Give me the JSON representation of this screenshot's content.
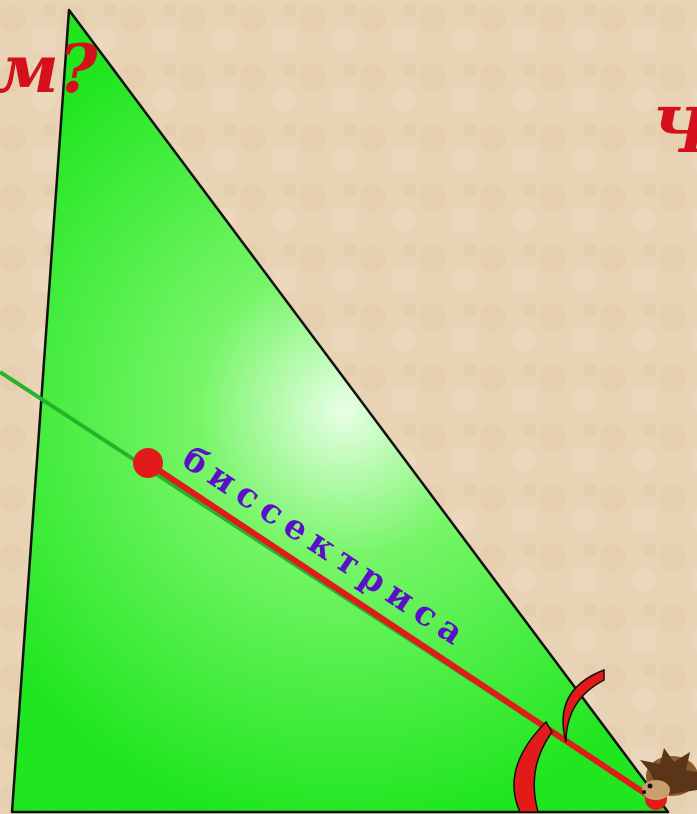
{
  "texts": {
    "top_left": "м?",
    "top_right": "Ч",
    "bisector_label": "биссектриса"
  },
  "colors": {
    "background": "#e8d3b4",
    "triangle_light": "#e9ffe6",
    "triangle_mid": "#77f568",
    "triangle_dark": "#1fe61f",
    "triangle_stroke": "#111111",
    "bisector_line": "#e31a1a",
    "extension_line": "#24b32a",
    "point": "#e31a1a",
    "label": "#5b10c8",
    "heading": "#d4101c",
    "angle_arc": "#e31a1a"
  },
  "icons": {
    "corner_figure": "hedgehog-icon"
  }
}
